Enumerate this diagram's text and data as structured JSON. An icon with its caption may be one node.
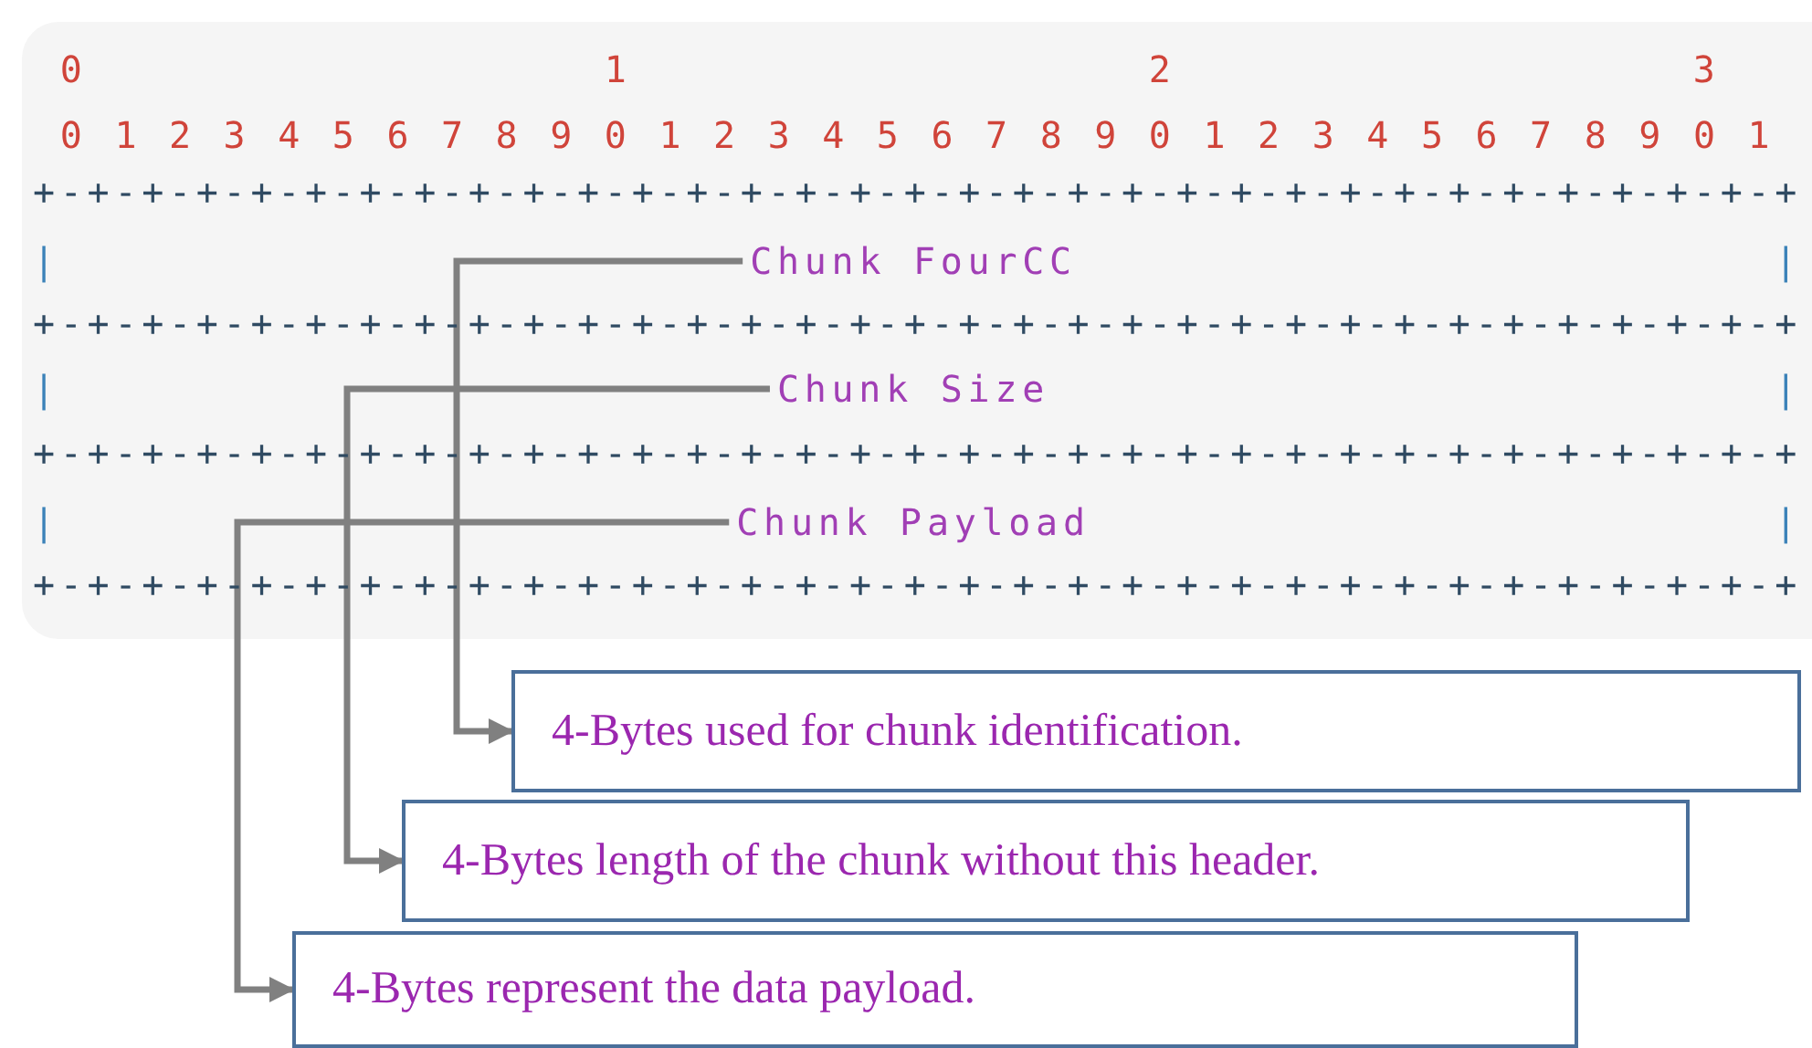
{
  "diagram": {
    "nodes": [
      {
        "text": [
          "Chunk FourCC"
        ]
      },
      {
        "text": [
          "Chunk Size"
        ]
      },
      {
        "text": [
          "Chunk Payload"
        ]
      },
      {
        "text": [
          "4-Bytes used for chunk identification."
        ]
      },
      {
        "text": [
          "4-Bytes length of the chunk without this header."
        ]
      },
      {
        "text": [
          "4-Bytes represent the data payload."
        ]
      }
    ],
    "edges": [
      {
        "from": 0,
        "to": 3,
        "arrow": "to"
      },
      {
        "from": 1,
        "to": 4,
        "arrow": "to"
      },
      {
        "from": 2,
        "to": 5,
        "arrow": "to"
      }
    ],
    "labels": [
      "0",
      "1",
      "2",
      "3",
      "0 1 2 3 4 5 6 7 8 9 0 1 2 3 4 5 6 7 8 9 0 1 2 3 4 5 6 7 8 9 0 1",
      "+-+-+-+-+-+-+-+-+-+-+-+-+-+-+-+-+-+-+-+-+-+-+-+-+-+-+-+-+-+-+-+-+",
      "|",
      "|",
      "+-+-+-+-+-+-+-+-+-+-+-+-+-+-+-+-+-+-+-+-+-+-+-+-+-+-+-+-+-+-+-+-+",
      "|",
      "|",
      "+-+-+-+-+-+-+-+-+-+-+-+-+-+-+-+-+-+-+-+-+-+-+-+-+-+-+-+-+-+-+-+-+",
      "|",
      "|",
      "+-+-+-+-+-+-+-+-+-+-+-+-+-+-+-+-+-+-+-+-+-+-+-+-+-+-+-+-+-+-+-+-+"
    ]
  }
}
